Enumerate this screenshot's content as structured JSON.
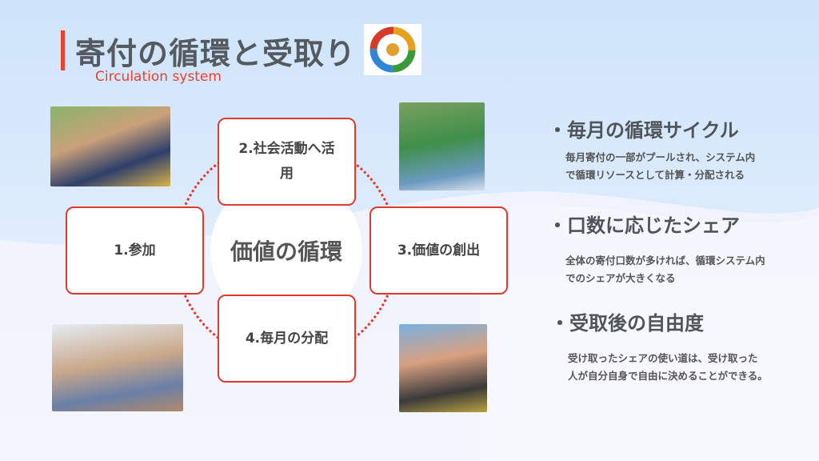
{
  "header": {
    "title": "寄付の循環と受取り",
    "subtitle": "Circulation system"
  },
  "cycle": {
    "center": "価値の循環",
    "steps": [
      {
        "label": "1.参加"
      },
      {
        "label": "2.社会活動へ活用"
      },
      {
        "label": "3.価値の創出"
      },
      {
        "label": "4.毎月の分配"
      }
    ]
  },
  "bullets": [
    {
      "heading": "毎月の循環サイクル",
      "lines": [
        "毎月寄付の一部がプールされ、システム内",
        "で循環リソースとして計算・分配される"
      ]
    },
    {
      "heading": "口数に応じたシェア",
      "lines": [
        "全体の寄付口数が多ければ、循環システム内",
        "でのシェアが大きくなる"
      ]
    },
    {
      "heading": "受取後の自由度",
      "lines": [
        "受け取ったシェアの使い道は、受け取った",
        "人が自分自身で自由に決めることができる。"
      ]
    }
  ],
  "colors": {
    "accent": "#e8432e",
    "text": "#4f545a"
  }
}
